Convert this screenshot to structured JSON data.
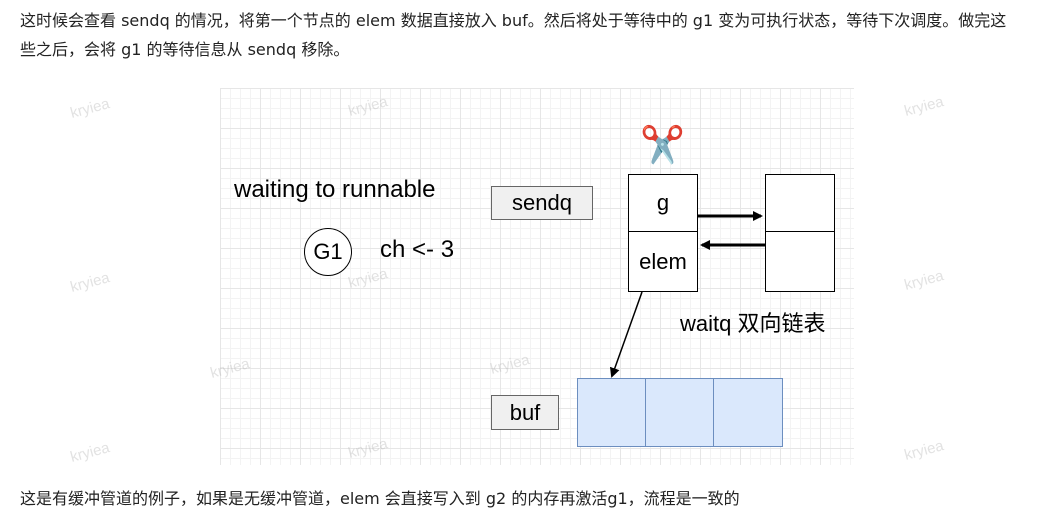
{
  "paragraph_top": "这时候会查看 sendq 的情况，将第一个节点的 elem 数据直接放入 buf。然后将处于等待中的 g1 变为可执行状态，等待下次调度。做完这些之后，会将 g1 的等待信息从 sendq 移除。",
  "paragraph_bottom": "这是有缓冲管道的例子，如果是无缓冲管道，elem 会直接写入到 g2 的内存再激活g1，流程是一致的",
  "watermark": "kryiea",
  "diagram": {
    "status_text": "waiting to runnable",
    "goroutine": "G1",
    "operation": "ch <- 3",
    "sendq_label": "sendq",
    "node_g": "g",
    "node_elem": "elem",
    "waitq_label": "waitq 双向链表",
    "buf_label": "buf",
    "scissors_icon": "✂️"
  }
}
